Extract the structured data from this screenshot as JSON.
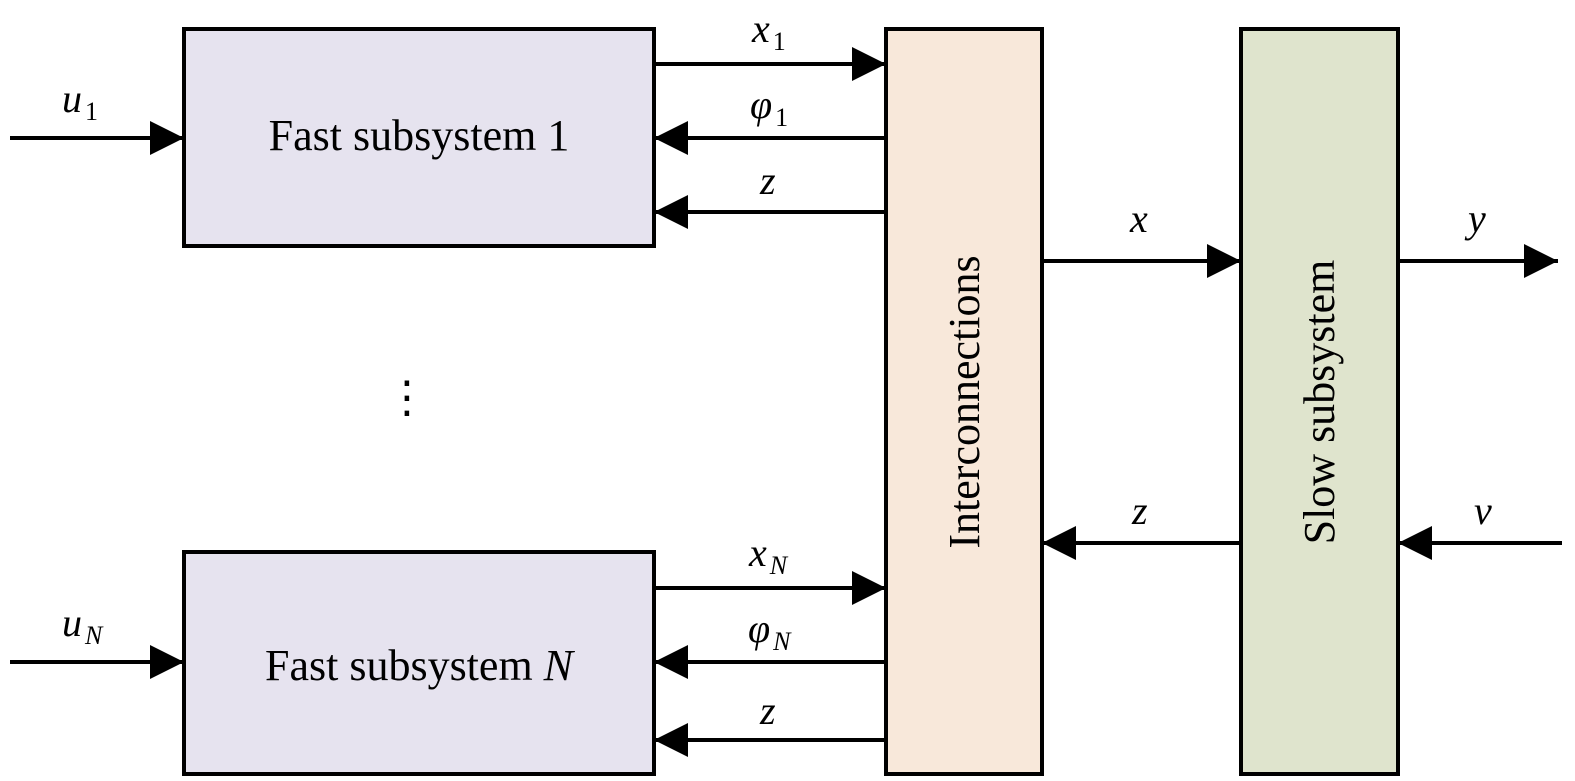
{
  "blocks": {
    "fast1": {
      "label": "Fast subsystem 1",
      "fill": "#e6e3ef"
    },
    "fastN": {
      "label_prefix": "Fast subsystem ",
      "label_var": "N",
      "fill": "#e6e3ef"
    },
    "interconnections": {
      "label": "Interconnections",
      "fill": "#f8e8da"
    },
    "slow": {
      "label": "Slow subsystem",
      "fill": "#dfe4cd"
    }
  },
  "ellipsis": "⋮",
  "signals": {
    "u1": {
      "main": "u",
      "sub": "1"
    },
    "uN": {
      "main": "u",
      "sub": "N"
    },
    "x1": {
      "main": "x",
      "sub": "1"
    },
    "phi1": {
      "main": "φ",
      "sub": "1"
    },
    "z1": {
      "main": "z"
    },
    "xN": {
      "main": "x",
      "sub": "N"
    },
    "phiN": {
      "main": "φ",
      "sub": "N"
    },
    "zN": {
      "main": "z"
    },
    "x": {
      "main": "x"
    },
    "y": {
      "main": "y"
    },
    "z_slow": {
      "main": "z"
    },
    "v": {
      "main": "v"
    }
  }
}
